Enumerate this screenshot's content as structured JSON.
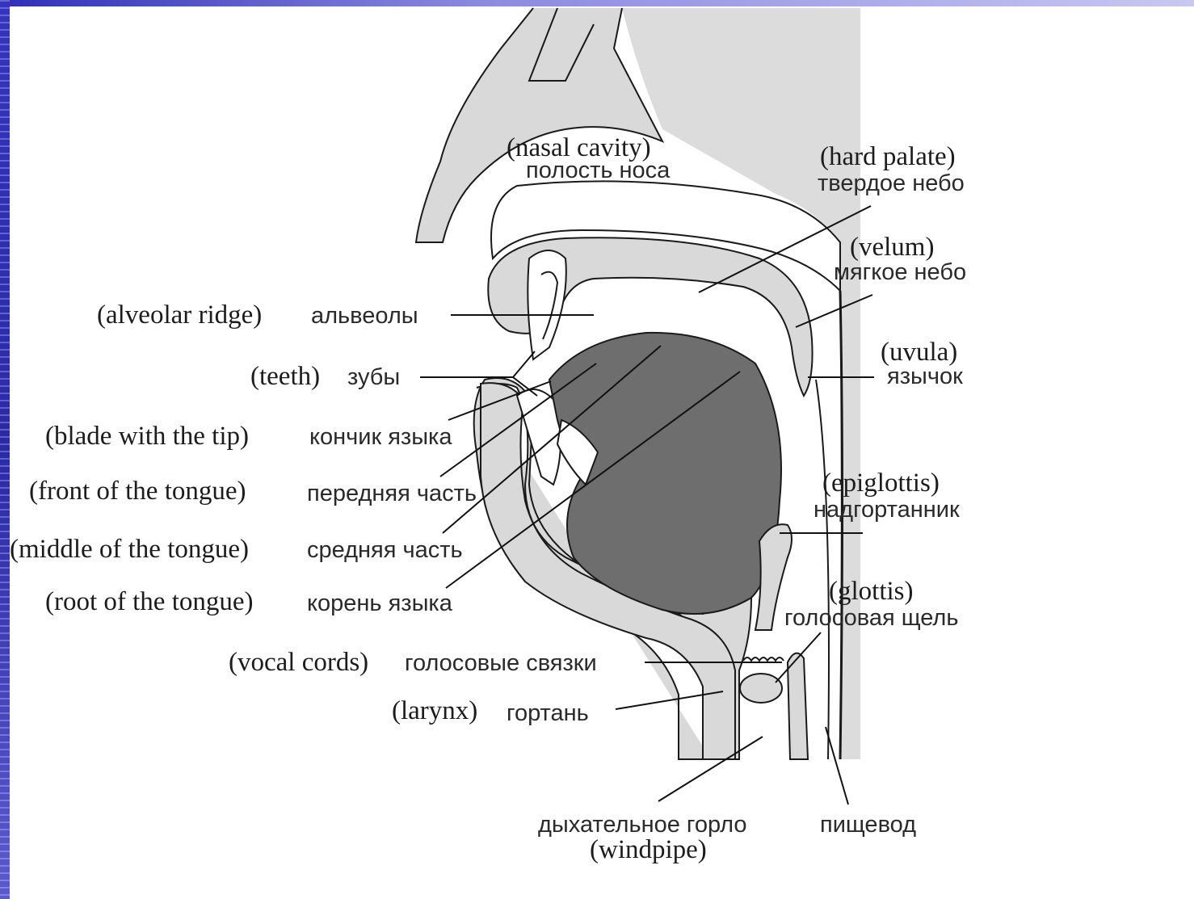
{
  "labels": {
    "nasal_cavity": {
      "en": "(nasal  cavity)",
      "ru": "полость носа"
    },
    "hard_palate": {
      "en": "(hard palate)",
      "ru": "твердое небо"
    },
    "velum": {
      "en": "(velum)",
      "ru": "мягкое небо"
    },
    "uvula": {
      "en": "(uvula)",
      "ru": "язычок"
    },
    "epiglottis": {
      "en": "(epiglottis)",
      "ru": "надгортанник"
    },
    "glottis": {
      "en": "(glottis)",
      "ru": "голосовая щель"
    },
    "alveolar_ridge": {
      "en": "(alveolar ridge)",
      "ru": "альвеолы"
    },
    "teeth": {
      "en": "(teeth)",
      "ru": "зубы"
    },
    "blade": {
      "en": "(blade with the tip)",
      "ru": "кончик языка"
    },
    "front": {
      "en": "(front of the tongue)",
      "ru": "передняя часть"
    },
    "middle": {
      "en": "(middle of the tongue)",
      "ru": "средняя часть"
    },
    "root": {
      "en": "(root of the tongue)",
      "ru": "корень языка"
    },
    "vocal_cords": {
      "en": "(vocal cords)",
      "ru": "голосовые связки"
    },
    "larynx": {
      "en": "(larynx)",
      "ru": "гортань"
    },
    "windpipe": {
      "en": "(windpipe)",
      "ru": "дыхательное горло"
    },
    "esophagus": {
      "ru": "пищевод"
    }
  },
  "colors": {
    "tissue": "#d9d9d9",
    "tongue": "#6e6e6e",
    "outline": "#1a1a1a",
    "slide_accent": "#2f2fb8"
  }
}
